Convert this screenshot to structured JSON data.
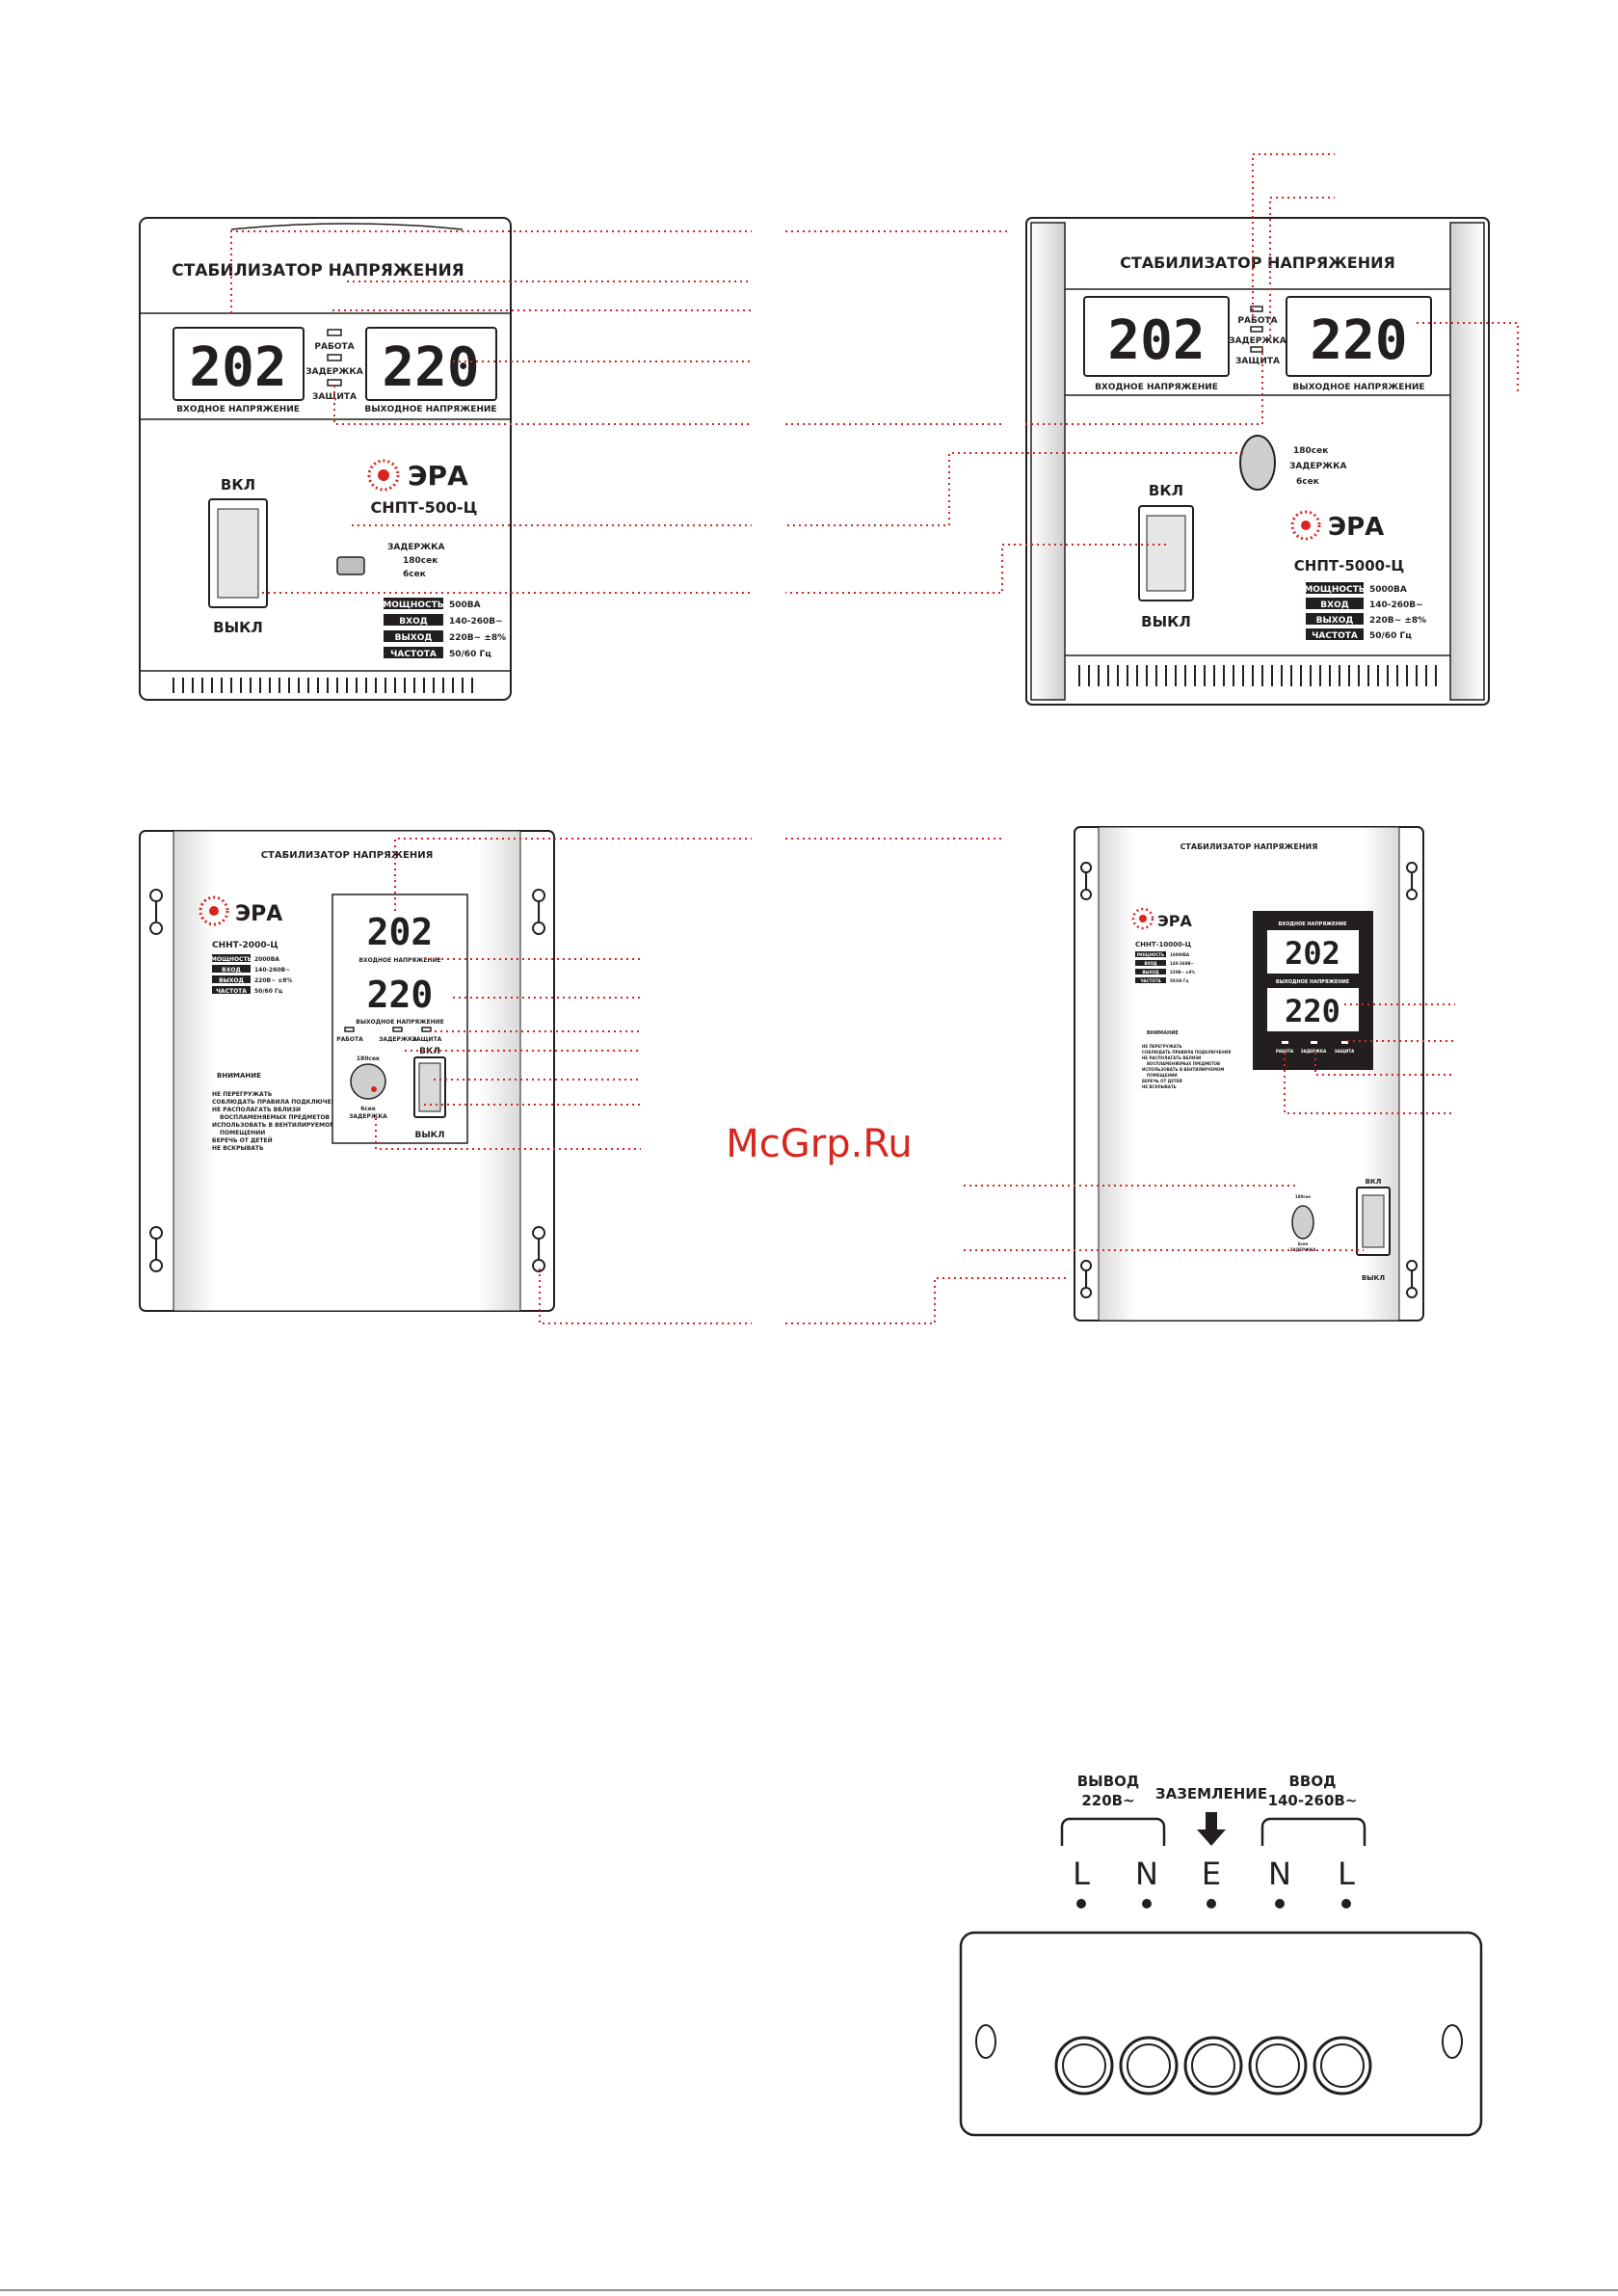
{
  "watermark": "McGrp.Ru",
  "colors": {
    "accent": "#d7261e",
    "ink": "#231f20",
    "panel_grey": "#f2f2f2"
  },
  "devices": {
    "snpt500": {
      "title": "СТАБИЛИЗАТОР НАПРЯЖЕНИЯ",
      "input_display": "202",
      "output_display": "220",
      "input_label": "ВХОДНОЕ НАПРЯЖЕНИЕ",
      "output_label": "ВЫХОДНОЕ НАПРЯЖЕНИЕ",
      "led_work": "РАБОТА",
      "led_delay": "ЗАДЕРЖКА",
      "led_protect": "ЗАЩИТА",
      "switch_on": "ВКЛ",
      "switch_off": "ВЫКЛ",
      "brand": "ЭРА",
      "model": "СНПТ-500-Ц",
      "delay_title": "ЗАДЕРЖКА",
      "delay_long": "180сек",
      "delay_short": "6сек",
      "specs": [
        {
          "label": "МОЩНОСТЬ",
          "value": "500ВА"
        },
        {
          "label": "ВХОД",
          "value": "140-260В~"
        },
        {
          "label": "ВЫХОД",
          "value": "220В~ ±8%"
        },
        {
          "label": "ЧАСТОТА",
          "value": "50/60 Гц"
        }
      ]
    },
    "snpt5000": {
      "title": "СТАБИЛИЗАТОР НАПРЯЖЕНИЯ",
      "input_display": "202",
      "output_display": "220",
      "input_label": "ВХОДНОЕ НАПРЯЖЕНИЕ",
      "output_label": "ВЫХОДНОЕ НАПРЯЖЕНИЕ",
      "led_work": "РАБОТА",
      "led_delay": "ЗАДЕРЖКА",
      "led_protect": "ЗАЩИТА",
      "delay_long": "180сек",
      "delay_title": "ЗАДЕРЖКА",
      "delay_short": "6сек",
      "switch_on": "ВКЛ",
      "switch_off": "ВЫКЛ",
      "brand": "ЭРА",
      "model": "СНПТ-5000-Ц",
      "specs": [
        {
          "label": "МОЩНОСТЬ",
          "value": "5000ВА"
        },
        {
          "label": "ВХОД",
          "value": "140-260В~"
        },
        {
          "label": "ВЫХОД",
          "value": "220В~ ±8%"
        },
        {
          "label": "ЧАСТОТА",
          "value": "50/60 Гц"
        }
      ]
    },
    "snnt2000": {
      "title": "СТАБИЛИЗАТОР НАПРЯЖЕНИЯ",
      "brand": "ЭРА",
      "model": "СННТ-2000-Ц",
      "specs": [
        {
          "label": "МОЩНОСТЬ",
          "value": "2000ВА"
        },
        {
          "label": "ВХОД",
          "value": "140-260В~"
        },
        {
          "label": "ВЫХОД",
          "value": "220В~ ±8%"
        },
        {
          "label": "ЧАСТОТА",
          "value": "50/60 Гц"
        }
      ],
      "input_display": "202",
      "output_display": "220",
      "input_label": "ВХОДНОЕ НАПРЯЖЕНИЕ",
      "output_label": "ВЫХОДНОЕ НАПРЯЖЕНИЕ",
      "led_work": "РАБОТА",
      "led_delay": "ЗАДЕРЖКА",
      "led_protect": "ЗАЩИТА",
      "delay_long": "180сек",
      "delay_short": "6сек",
      "delay_title": "ЗАДЕРЖКА",
      "switch_on": "ВКЛ",
      "switch_off": "ВЫКЛ",
      "warning_title": "ВНИМАНИЕ",
      "warnings": [
        "НЕ ПЕРЕГРУЖАТЬ",
        "СОБЛЮДАТЬ ПРАВИЛА ПОДКЛЮЧЕНИЯ",
        "НЕ РАСПОЛАГАТЬ ВБЛИЗИ",
        "ВОСПЛАМЕНЯЕМЫХ ПРЕДМЕТОВ",
        "ИСПОЛЬЗОВАТЬ В ВЕНТИЛИРУЕМОМ",
        "ПОМЕЩЕНИИ",
        "БЕРЕЧЬ ОТ ДЕТЕЙ",
        "НЕ ВСКРЫВАТЬ"
      ]
    },
    "snnt10000": {
      "title": "СТАБИЛИЗАТОР НАПРЯЖЕНИЯ",
      "brand": "ЭРА",
      "model": "СННТ-10000-Ц",
      "specs": [
        {
          "label": "МОЩНОСТЬ",
          "value": "10000ВА"
        },
        {
          "label": "ВХОД",
          "value": "140-260В~"
        },
        {
          "label": "ВЫХОД",
          "value": "220В~ ±8%"
        },
        {
          "label": "ЧАСТОТА",
          "value": "50/60 Гц"
        }
      ],
      "input_label": "ВХОДНОЕ НАПРЯЖЕНИЕ",
      "output_label": "ВЫХОДНОЕ НАПРЯЖЕНИЕ",
      "input_display": "202",
      "output_display": "220",
      "led_work": "РАБОТА",
      "led_delay": "ЗАДЕРЖКА",
      "led_protect": "ЗАЩИТА",
      "delay_long": "180сек",
      "delay_short": "6сек",
      "delay_title": "ЗАДЕРЖКА",
      "switch_on": "ВКЛ",
      "switch_off": "ВЫКЛ",
      "warning_title": "ВНИМАНИЕ",
      "warnings": [
        "НЕ ПЕРЕГРУЖАТЬ",
        "СОБЛЮДАТЬ ПРАВИЛА ПОДКЛЮЧЕНИЯ",
        "НЕ РАСПОЛАГАТЬ ВБЛИЗИ",
        "ВОСПЛАМЕНЯЕМЫХ ПРЕДМЕТОВ",
        "ИСПОЛЬЗОВАТЬ В ВЕНТИЛИРУЕМОМ",
        "ПОМЕЩЕНИИ",
        "БЕРЕЧЬ ОТ ДЕТЕЙ",
        "НЕ ВСКРЫВАТЬ"
      ]
    }
  },
  "terminal": {
    "output_title": "ВЫВОД",
    "output_value": "220В~",
    "ground_title": "ЗАЗЕМЛЕНИЕ",
    "input_title": "ВВОД",
    "input_value": "140-260В~",
    "pins": [
      "L",
      "N",
      "E",
      "N",
      "L"
    ]
  }
}
